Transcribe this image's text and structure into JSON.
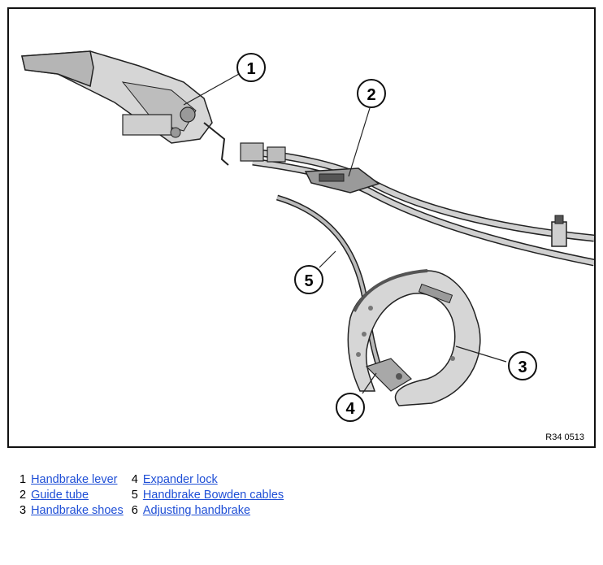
{
  "figure": {
    "reference": "R34 0513",
    "callouts": [
      "1",
      "2",
      "3",
      "4",
      "5"
    ]
  },
  "legend": [
    [
      {
        "num": "1",
        "label": "Handbrake lever"
      },
      {
        "num": "4",
        "label": "Expander lock"
      }
    ],
    [
      {
        "num": "2",
        "label": "Guide tube"
      },
      {
        "num": "5",
        "label": "Handbrake Bowden cables"
      }
    ],
    [
      {
        "num": "3",
        "label": "Handbrake shoes"
      },
      {
        "num": "6",
        "label": "Adjusting handbrake"
      }
    ]
  ],
  "colors": {
    "part_fill": "#d6d6d6",
    "part_dark": "#8a8a8a",
    "outline": "#222222",
    "link": "#1f4fd6"
  }
}
